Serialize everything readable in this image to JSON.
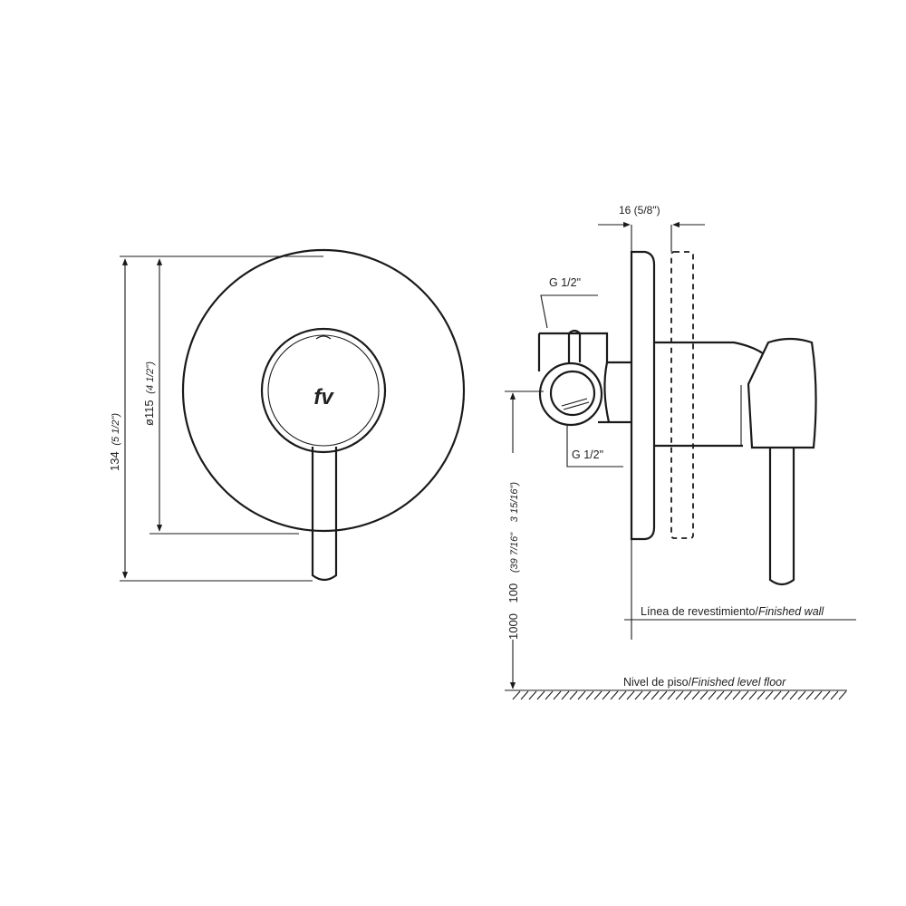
{
  "front_view": {
    "overall_height": {
      "value": "134",
      "imperial": "(5 1/2\")"
    },
    "plate_diameter": {
      "value": "ø115",
      "imperial": "(4 1/2\")"
    },
    "logo": "fv"
  },
  "side_view": {
    "plate_thickness": "16 (5/8\")",
    "inlet_top": "G 1/2\"",
    "inlet_bottom": "G 1/2\"",
    "height_metric": "1000",
    "height_offset": "100",
    "height_imperial": "(39 7/16\"",
    "offset_imperial": "3 15/16\")",
    "wall_label_es": "Línea de revestimiento/",
    "wall_label_en": "Finished wall",
    "floor_label_es": "Nivel de piso/",
    "floor_label_en": "Finished level floor"
  }
}
